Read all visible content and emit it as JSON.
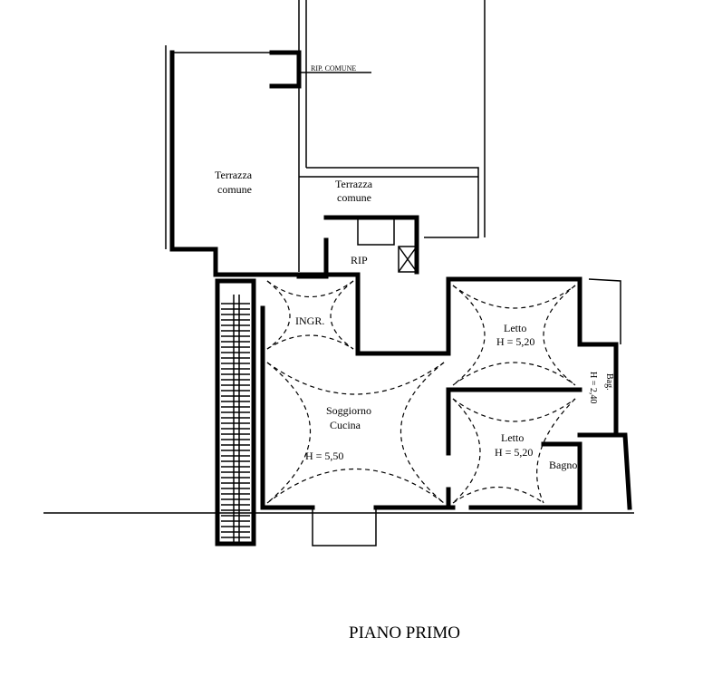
{
  "plan": {
    "title": "PIANO PRIMO",
    "labels": {
      "rip_comune": "RIP. COMUNE",
      "terrazza_left_1": "Terrazza",
      "terrazza_left_2": "comune",
      "terrazza_right_1": "Terrazza",
      "terrazza_right_2": "comune",
      "rip": "RIP",
      "ingr": "INGR.",
      "letto1": "Letto",
      "letto1_h": "H = 5,20",
      "soggiorno": "Soggiorno",
      "cucina": "Cucina",
      "soggiorno_h": "H = 5,50",
      "letto2": "Letto",
      "letto2_h": "H = 5,20",
      "bagno": "Bagno",
      "bag_small": "Bag.",
      "bag_small_h": "H = 2,40"
    }
  }
}
